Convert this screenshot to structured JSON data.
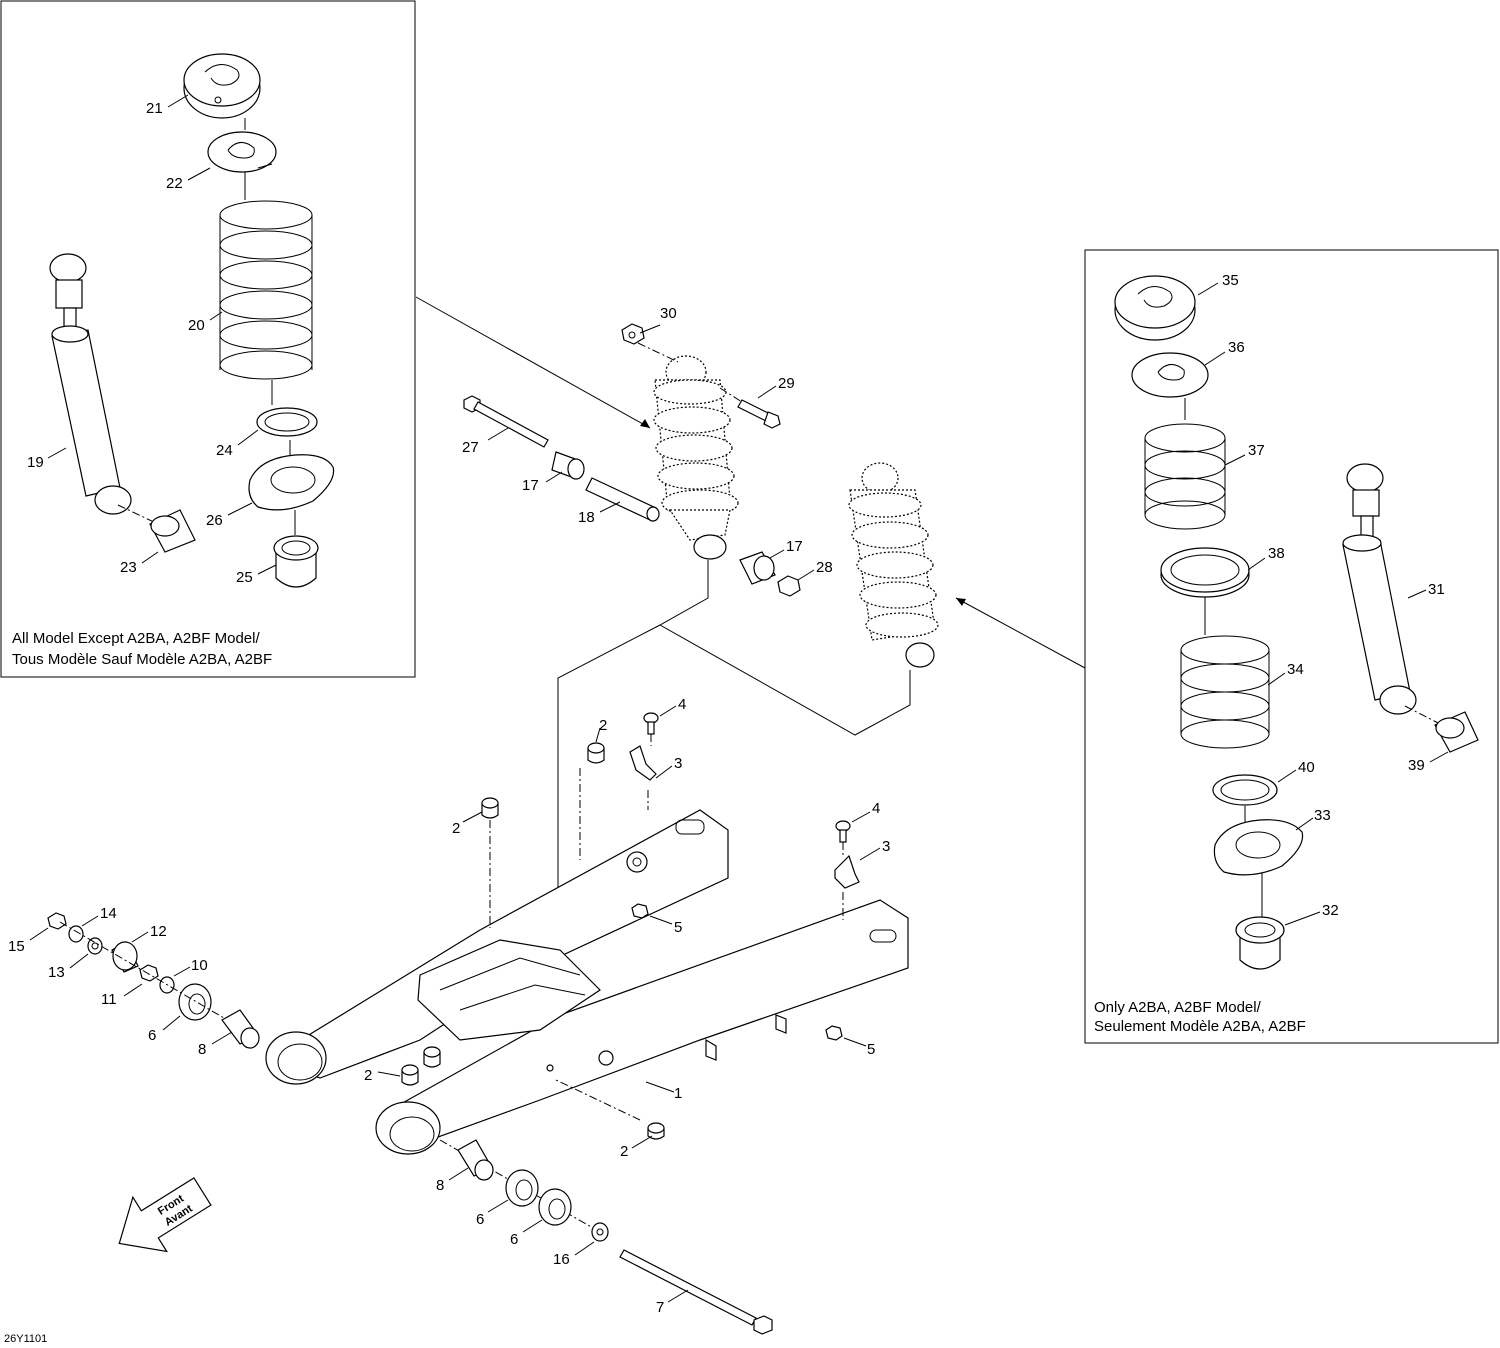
{
  "drawing_id": "26Y1101",
  "front_label": {
    "line1": "Front",
    "line2": "Avant"
  },
  "boxes": {
    "left": {
      "line1": "All Model Except A2BA, A2BF Model/",
      "line2": "Tous Modèle Sauf Modèle A2BA, A2BF"
    },
    "right": {
      "line1": "Only A2BA, A2BF Model/",
      "line2": "Seulement Modèle A2BA, A2BF"
    }
  },
  "callouts": {
    "c1": "1",
    "c2a": "2",
    "c2b": "2",
    "c2c": "2",
    "c2d": "2",
    "c3a": "3",
    "c3b": "3",
    "c4a": "4",
    "c4b": "4",
    "c5a": "5",
    "c5b": "5",
    "c6a": "6",
    "c6b": "6",
    "c6c": "6",
    "c7": "7",
    "c8a": "8",
    "c8b": "8",
    "c10": "10",
    "c11": "11",
    "c12": "12",
    "c13": "13",
    "c14": "14",
    "c15": "15",
    "c16": "16",
    "c17a": "17",
    "c17b": "17",
    "c18": "18",
    "c19": "19",
    "c20": "20",
    "c21": "21",
    "c22": "22",
    "c23": "23",
    "c24": "24",
    "c25": "25",
    "c26": "26",
    "c27": "27",
    "c28": "28",
    "c29": "29",
    "c30": "30",
    "c31": "31",
    "c32": "32",
    "c33": "33",
    "c34": "34",
    "c35": "35",
    "c36": "36",
    "c37": "37",
    "c38": "38",
    "c39": "39",
    "c40": "40"
  }
}
